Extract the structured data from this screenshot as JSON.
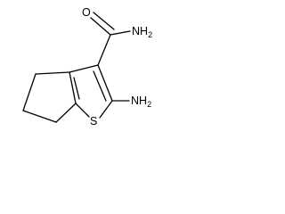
{
  "molecule": {
    "atoms": {
      "oxygen": "O",
      "amide_n": "N",
      "amide_h": "H",
      "amide_h_count": "2",
      "amino_n": "N",
      "amino_h": "H",
      "amino_h_count": "2",
      "sulfur": "S"
    },
    "colors": {
      "bond": "#000000",
      "label": "#000000",
      "background": "#ffffff"
    }
  }
}
